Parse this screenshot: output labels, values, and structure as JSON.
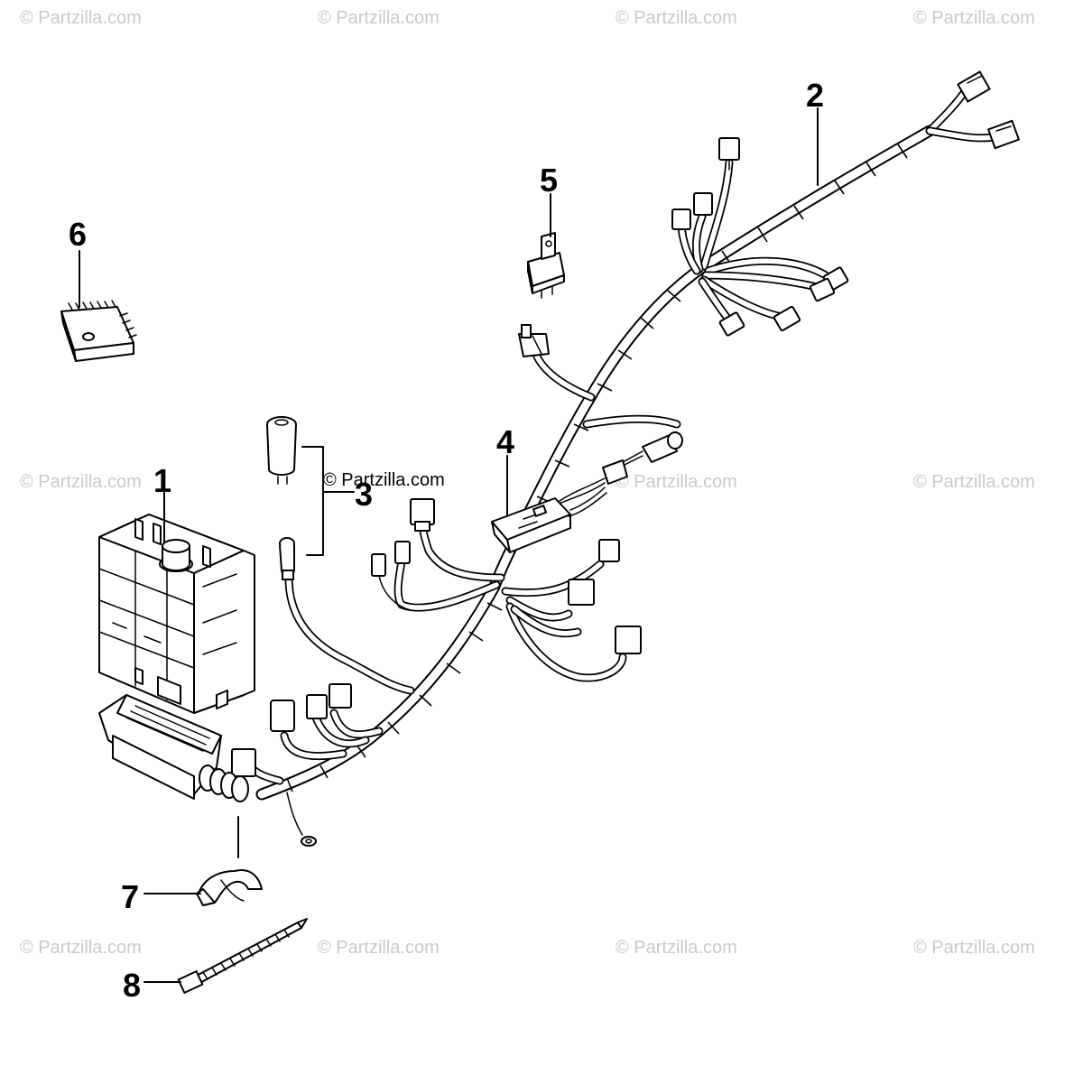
{
  "watermark": {
    "text": "© Partzilla.com",
    "color": "#c9c9c9"
  },
  "center_watermark": "© Partzilla.com",
  "callouts": [
    {
      "id": "1",
      "label": "1"
    },
    {
      "id": "2",
      "label": "2"
    },
    {
      "id": "3",
      "label": "3"
    },
    {
      "id": "4",
      "label": "4"
    },
    {
      "id": "5",
      "label": "5"
    },
    {
      "id": "6",
      "label": "6"
    },
    {
      "id": "7",
      "label": "7"
    },
    {
      "id": "8",
      "label": "8"
    }
  ],
  "parts": [
    {
      "callout": "1",
      "icon": "ecu-module-icon"
    },
    {
      "callout": "2",
      "icon": "wiring-harness-icon"
    },
    {
      "callout": "3",
      "icon": "indicator-bulb-icon"
    },
    {
      "callout": "4",
      "icon": "inline-fuse-holder-icon"
    },
    {
      "callout": "5",
      "icon": "relay-icon"
    },
    {
      "callout": "6",
      "icon": "fuse-block-clip-icon"
    },
    {
      "callout": "7",
      "icon": "harness-clamp-icon"
    },
    {
      "callout": "8",
      "icon": "cable-tie-icon"
    }
  ]
}
